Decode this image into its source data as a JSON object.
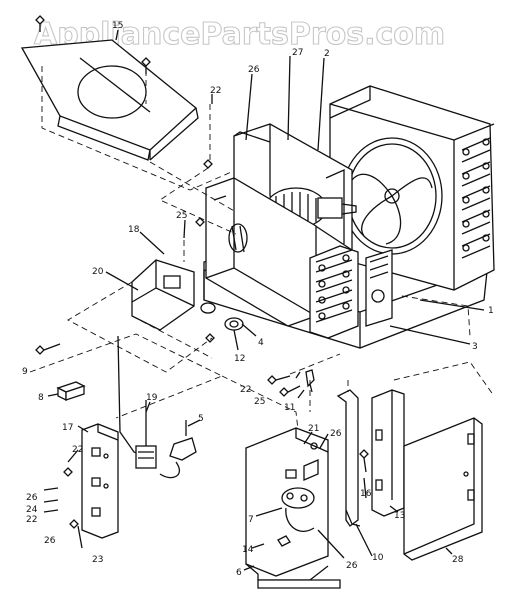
{
  "watermark": "AppliancePartsPros.com",
  "callouts": [
    {
      "key": "c15",
      "text": "15"
    },
    {
      "key": "c27",
      "text": "27"
    },
    {
      "key": "c2",
      "text": "2"
    },
    {
      "key": "c26a",
      "text": "26"
    },
    {
      "key": "c22a",
      "text": "22"
    },
    {
      "key": "c25a",
      "text": "25"
    },
    {
      "key": "c18",
      "text": "18"
    },
    {
      "key": "c20",
      "text": "20"
    },
    {
      "key": "c1",
      "text": "1"
    },
    {
      "key": "c3",
      "text": "3"
    },
    {
      "key": "c4",
      "text": "4"
    },
    {
      "key": "c12",
      "text": "12"
    },
    {
      "key": "c9",
      "text": "9"
    },
    {
      "key": "c8",
      "text": "8"
    },
    {
      "key": "c17",
      "text": "17"
    },
    {
      "key": "c19",
      "text": "19"
    },
    {
      "key": "c5",
      "text": "5"
    },
    {
      "key": "c22b",
      "text": "22"
    },
    {
      "key": "c25b",
      "text": "25"
    },
    {
      "key": "c11",
      "text": "11"
    },
    {
      "key": "c21",
      "text": "21"
    },
    {
      "key": "c26b",
      "text": "26"
    },
    {
      "key": "c22c",
      "text": "22"
    },
    {
      "key": "c26c",
      "text": "26"
    },
    {
      "key": "c24",
      "text": "24"
    },
    {
      "key": "c22d",
      "text": "22"
    },
    {
      "key": "c26d",
      "text": "26"
    },
    {
      "key": "c23",
      "text": "23"
    },
    {
      "key": "c7",
      "text": "7"
    },
    {
      "key": "c14",
      "text": "14"
    },
    {
      "key": "c6",
      "text": "6"
    },
    {
      "key": "c26e",
      "text": "26"
    },
    {
      "key": "c10",
      "text": "10"
    },
    {
      "key": "c16",
      "text": "16"
    },
    {
      "key": "c13",
      "text": "13"
    },
    {
      "key": "c28",
      "text": "28"
    }
  ]
}
